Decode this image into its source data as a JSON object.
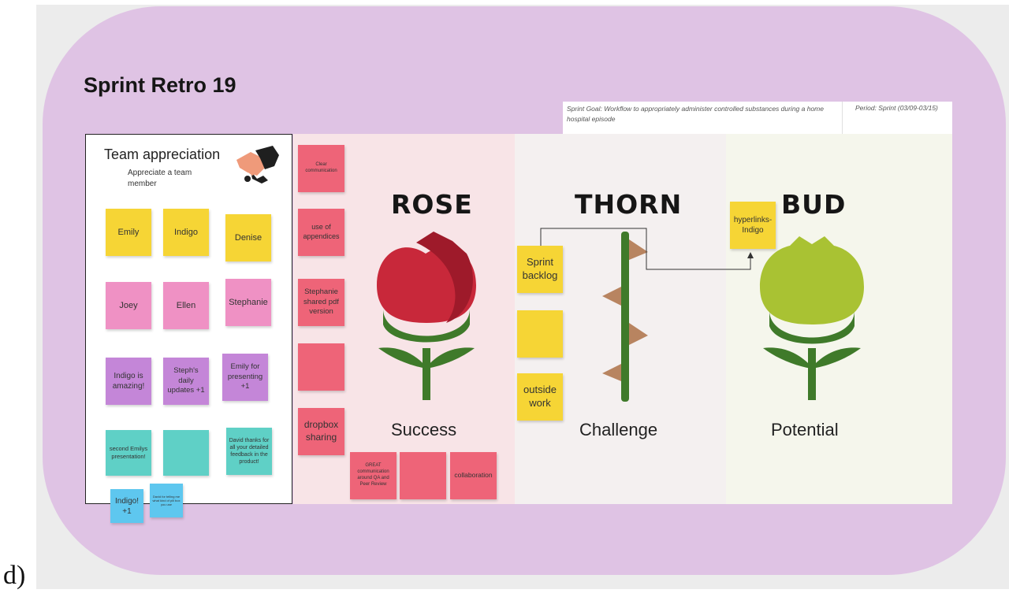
{
  "corner_label": "d)",
  "board": {
    "title": "Sprint Retro 19",
    "goal": "Sprint Goal: Workflow to appropriately administer controlled substances during a home hospital episode",
    "period": "Period: Sprint  (03/09-03/15)"
  },
  "team": {
    "title": "Team appreciation",
    "subtitle": "Appreciate a team member",
    "notes": [
      {
        "text": "Emily",
        "color": "#f6d535"
      },
      {
        "text": "Indigo",
        "color": "#f6d535"
      },
      {
        "text": "Denise",
        "color": "#f6d535"
      },
      {
        "text": "Joey",
        "color": "#ef91c4"
      },
      {
        "text": "Ellen",
        "color": "#ef91c4"
      },
      {
        "text": "Stephanie",
        "color": "#ef91c4"
      },
      {
        "text": "Indigo is amazing!",
        "color": "#c486d8"
      },
      {
        "text": "Steph's daily updates +1",
        "color": "#c486d8"
      },
      {
        "text": "Emily for presenting +1",
        "color": "#c486d8"
      },
      {
        "text": "second Emilys presentation!",
        "color": "#5fd0c6"
      },
      {
        "text": "",
        "color": "#5fd0c6"
      },
      {
        "text": "David thanks for all your detailed feedback in the product!",
        "color": "#5fd0c6"
      },
      {
        "text": "Indigo! +1",
        "color": "#5ec7ef"
      },
      {
        "text": "David for telling me what kind of pill box you use",
        "color": "#5ec7ef"
      }
    ]
  },
  "rose": {
    "title": "ROSE",
    "subtitle": "Success",
    "notes": [
      {
        "text": "Clear communication"
      },
      {
        "text": "use of appendices"
      },
      {
        "text": "Stephanie shared pdf version"
      },
      {
        "text": ""
      },
      {
        "text": "dropbox sharing"
      },
      {
        "text": "GREAT communication around QA and Peer Review"
      },
      {
        "text": ""
      },
      {
        "text": "collaboration"
      }
    ]
  },
  "thorn": {
    "title": "THORN",
    "subtitle": "Challenge",
    "notes": [
      {
        "text": "Sprint backlog"
      },
      {
        "text": ""
      },
      {
        "text": "outside work"
      }
    ]
  },
  "bud": {
    "title": "BUD",
    "subtitle": "Potential",
    "notes": [
      {
        "text": "hyperlinks- Indigo"
      }
    ]
  },
  "colors": {
    "board": "#dfc3e4",
    "rose_red": "#c8283a",
    "stem_green": "#3f7a2a",
    "bud_green": "#a9c233",
    "thorn_brown": "#b88460"
  },
  "icons": [
    "handshake-icon",
    "rose-flower-icon",
    "thorn-stem-icon",
    "bud-flower-icon"
  ]
}
